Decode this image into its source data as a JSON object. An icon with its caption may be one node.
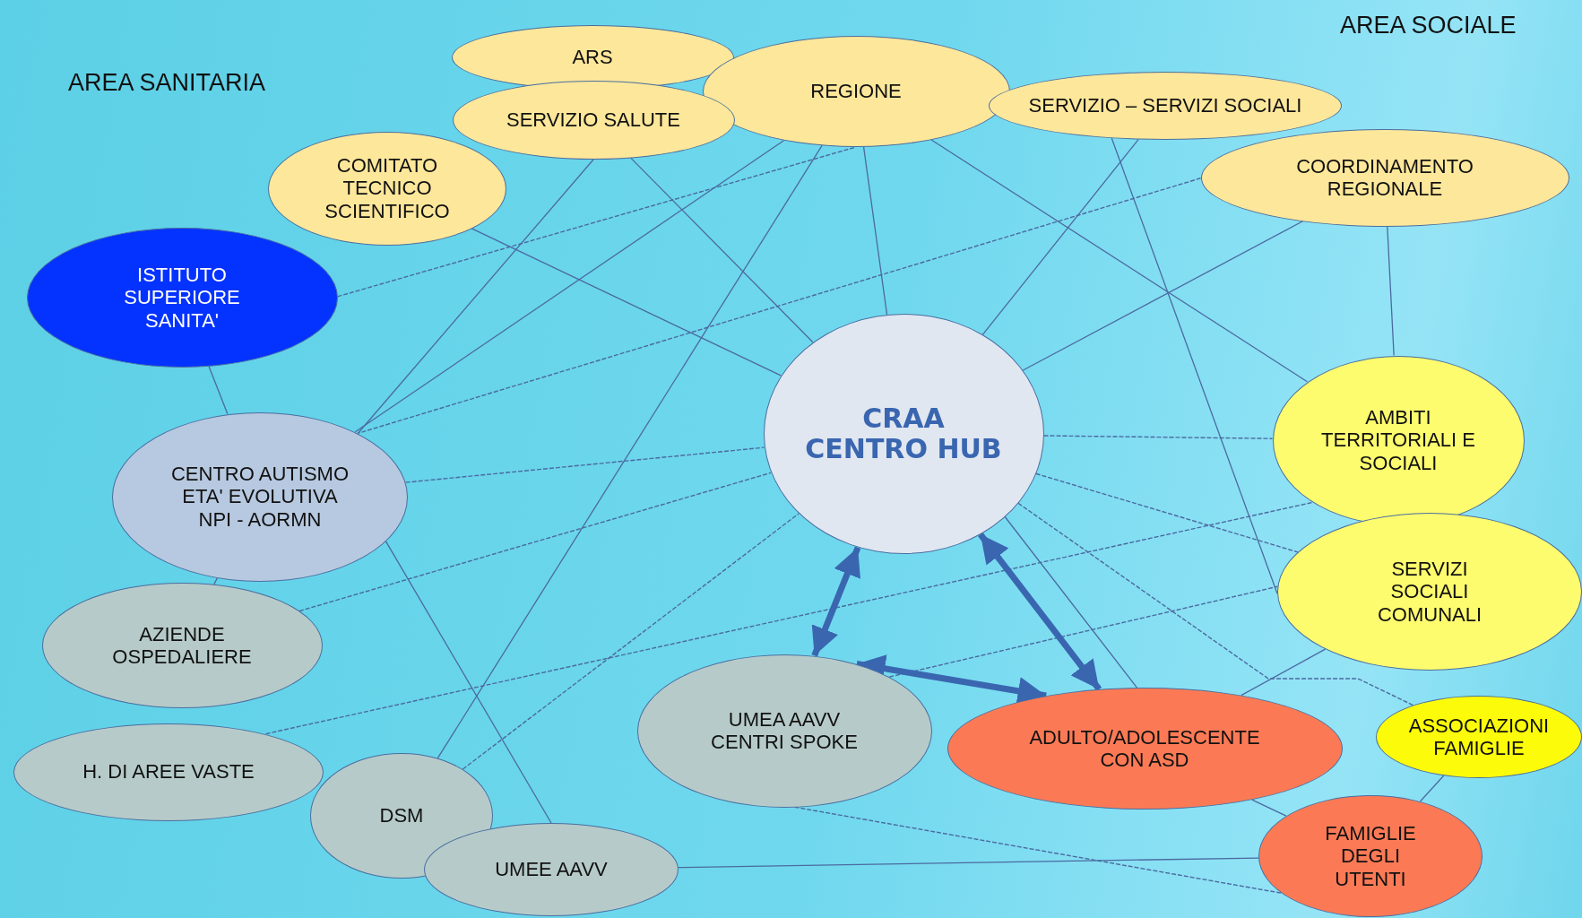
{
  "diagram": {
    "nodes": [
      {
        "text": [
          "ARS"
        ]
      },
      {
        "text": [
          "REGIONE"
        ]
      },
      {
        "text": [
          "SERVIZIO SALUTE"
        ]
      },
      {
        "text": [
          "SERVIZIO – SERVIZI SOCIALI"
        ]
      },
      {
        "text": [
          "COMITATO TECNICO SCIENTIFICO"
        ]
      },
      {
        "text": [
          "COORDINAMENTO REGIONALE"
        ]
      },
      {
        "text": [
          "ISTITUTO SUPERIORE SANITA'"
        ]
      },
      {
        "text": [
          "CRAA CENTRO HUB"
        ]
      },
      {
        "text": [
          "AMBITI TERRITORIALI E SOCIALI"
        ]
      },
      {
        "text": [
          "CENTRO AUTISMO ETA' EVOLUTIVA NPI - AORMN"
        ]
      },
      {
        "text": [
          "SERVIZI SOCIALI COMUNALI"
        ]
      },
      {
        "text": [
          "AZIENDE OSPEDALIERE"
        ]
      },
      {
        "text": [
          "UMEA AAVV CENTRI SPOKE"
        ]
      },
      {
        "text": [
          "ADULTO/ADOLESCENTE CON ASD"
        ]
      },
      {
        "text": [
          "ASSOCIAZIONI FAMIGLIE"
        ]
      },
      {
        "text": [
          "H. DI AREE VASTE"
        ]
      },
      {
        "text": [
          "DSM"
        ]
      },
      {
        "text": [
          "UMEE AAVV"
        ]
      },
      {
        "text": [
          "FAMIGLIE DEGLI UTENTI"
        ]
      }
    ],
    "edges": [
      {
        "from": 6,
        "to": 1,
        "arrow": "none",
        "style": "dashed"
      },
      {
        "from": 6,
        "to": 9,
        "arrow": "none"
      },
      {
        "from": 4,
        "to": 7,
        "arrow": "none"
      },
      {
        "from": 2,
        "to": 7,
        "arrow": "none"
      },
      {
        "from": 2,
        "to": 9,
        "arrow": "none"
      },
      {
        "from": 1,
        "to": 9,
        "arrow": "none"
      },
      {
        "from": 1,
        "to": 16,
        "arrow": "none"
      },
      {
        "from": 1,
        "to": 7,
        "arrow": "none"
      },
      {
        "from": 1,
        "to": 8,
        "arrow": "none"
      },
      {
        "from": 5,
        "to": 9,
        "arrow": "none",
        "style": "dashed"
      },
      {
        "from": 5,
        "to": 7,
        "arrow": "none"
      },
      {
        "from": 5,
        "to": 8,
        "arrow": "none"
      },
      {
        "from": 3,
        "to": 7,
        "arrow": "none"
      },
      {
        "from": 3,
        "to": 10,
        "arrow": "none"
      },
      {
        "from": 9,
        "to": 7,
        "arrow": "none",
        "style": "dashed"
      },
      {
        "from": 9,
        "to": 11,
        "arrow": "none"
      },
      {
        "from": 9,
        "to": 17,
        "arrow": "none"
      },
      {
        "from": 11,
        "to": 7,
        "arrow": "none",
        "style": "dashed"
      },
      {
        "from": 15,
        "to": 8,
        "arrow": "none",
        "style": "dashed"
      },
      {
        "from": 16,
        "to": 7,
        "arrow": "none",
        "style": "dashed"
      },
      {
        "from": 7,
        "to": 8,
        "arrow": "none",
        "style": "dashed"
      },
      {
        "from": 7,
        "to": 10,
        "arrow": "none",
        "style": "dashed"
      },
      {
        "from": 7,
        "to": 14,
        "arrow": "none",
        "style": "dashed"
      },
      {
        "from": 7,
        "to": 13,
        "arrow": "none"
      },
      {
        "from": 12,
        "to": 10,
        "arrow": "none",
        "style": "dashed"
      },
      {
        "from": 12,
        "to": 18,
        "arrow": "none",
        "style": "dashed"
      },
      {
        "from": 17,
        "to": 18,
        "arrow": "none"
      },
      {
        "from": 13,
        "to": 18,
        "arrow": "none"
      },
      {
        "from": 14,
        "to": 18,
        "arrow": "none"
      },
      {
        "from": 10,
        "to": 13,
        "arrow": "none"
      },
      {
        "from": 7,
        "to": 12,
        "arrow": "both",
        "style": "thick",
        "color": "#3a66b0"
      },
      {
        "from": 7,
        "to": 13,
        "arrow": "both",
        "style": "thick",
        "color": "#3a66b0"
      },
      {
        "from": 12,
        "to": 13,
        "arrow": "both",
        "style": "thick",
        "color": "#3a66b0"
      }
    ],
    "labels": [
      "AREA SANITARIA",
      "AREA SOCIALE"
    ]
  }
}
